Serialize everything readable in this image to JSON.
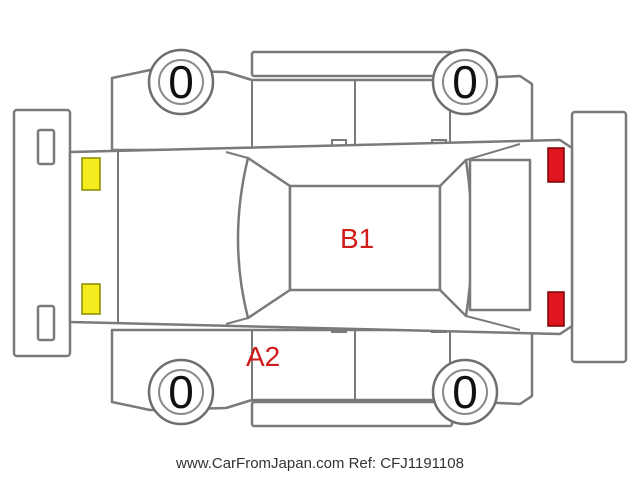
{
  "colors": {
    "outline": "#7a7a7a",
    "damage_text": "#d11a1a",
    "front_light": "#f4ec1e",
    "rear_light": "#e0161e"
  },
  "tires": [
    {
      "id": "front-left",
      "value": "0"
    },
    {
      "id": "rear-left",
      "value": "0"
    },
    {
      "id": "front-right",
      "value": "0"
    },
    {
      "id": "rear-right",
      "value": "0"
    }
  ],
  "damage_marks": [
    {
      "id": "roof",
      "code": "B1"
    },
    {
      "id": "front-door-lower",
      "code": "A2"
    }
  ],
  "footer": {
    "text": "www.CarFromJapan.com Ref: CFJ1191108"
  }
}
